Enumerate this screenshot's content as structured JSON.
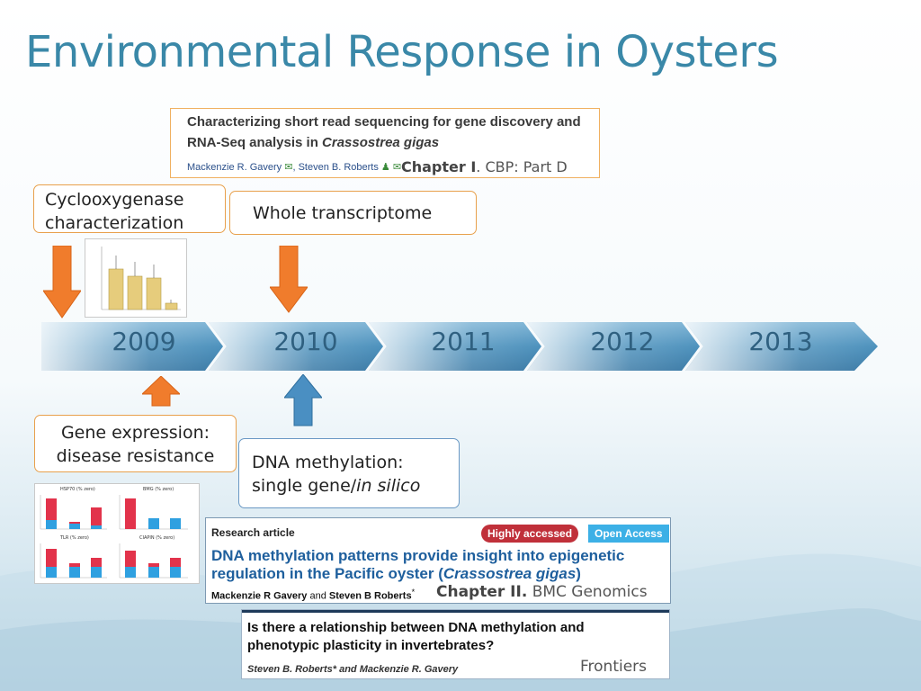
{
  "title": "Environmental Response in Oysters",
  "paper1": {
    "title_line1": "Characterizing short read sequencing for gene discovery and",
    "title_line2_prefix": "RNA-Seq analysis in ",
    "title_line2_italic": "Crassostrea gigas",
    "author1": "Mackenzie R. Gavery",
    "author_sep": ",",
    "author2": "Steven B. Roberts",
    "chapter_bold": "Chapter I",
    "chapter_rest": ". CBP: Part D"
  },
  "labels": {
    "cox_line1": "Cyclooxygenase",
    "cox_line2": "characterization",
    "whole": "Whole transcriptome",
    "gene_line1": "Gene expression:",
    "gene_line2": "disease resistance",
    "dna_line1": "DNA methylation:",
    "dna_line2_prefix": "single gene/",
    "dna_line2_italic": "in silico"
  },
  "timeline": {
    "years": [
      "2009",
      "2010",
      "2011",
      "2012",
      "2013"
    ]
  },
  "thumb_charts": {
    "titles": [
      "HSP70 (% zero)",
      "BMG (% zero)",
      "TLR (% zero)",
      "CIAPIN (% zero)"
    ]
  },
  "paper2": {
    "label": "Research article",
    "badge1": "Highly accessed",
    "badge2": "Open Access",
    "title_line1": "DNA methylation patterns provide insight into epigenetic",
    "title_line2_prefix": "regulation in the Pacific oyster (",
    "title_line2_italic": "Crassostrea gigas",
    "title_line2_suffix": ")",
    "author1": "Mackenzie R Gavery",
    "and": "and",
    "author2": "Steven B Roberts",
    "star": "*",
    "chapter_bold": "Chapter II.",
    "chapter_rest": " BMC Genomics"
  },
  "paper3": {
    "title_line1": "Is there a relationship between DNA methylation and",
    "title_line2": "phenotypic plasticity in invertebrates?",
    "authors": "Steven B. Roberts* and Mackenzie R. Gavery",
    "journal": "Frontiers"
  },
  "colors": {
    "title": "#3a88a8",
    "orange": "#f07c2c",
    "blue_arrow": "#4a8fc2",
    "timeline": "#4e92bd"
  }
}
